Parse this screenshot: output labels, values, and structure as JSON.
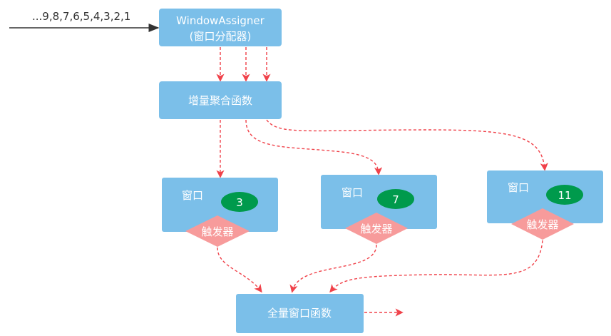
{
  "input_stream": "...9,8,7,6,5,4,3,2,1",
  "window_assigner": {
    "line1": "WindowAssigner",
    "line2": "(窗口分配器)"
  },
  "incremental_agg": "增量聚合函数",
  "windows": [
    {
      "label": "窗口",
      "count": "3",
      "trigger": "触发器"
    },
    {
      "label": "窗口",
      "count": "7",
      "trigger": "触发器"
    },
    {
      "label": "窗口",
      "count": "11",
      "trigger": "触发器"
    }
  ],
  "full_window_func": "全量窗口函数",
  "colors": {
    "box": "#7bbfe9",
    "trigger": "#f79b9b",
    "count_badge": "#009a4c",
    "flow": "#f0424a"
  }
}
